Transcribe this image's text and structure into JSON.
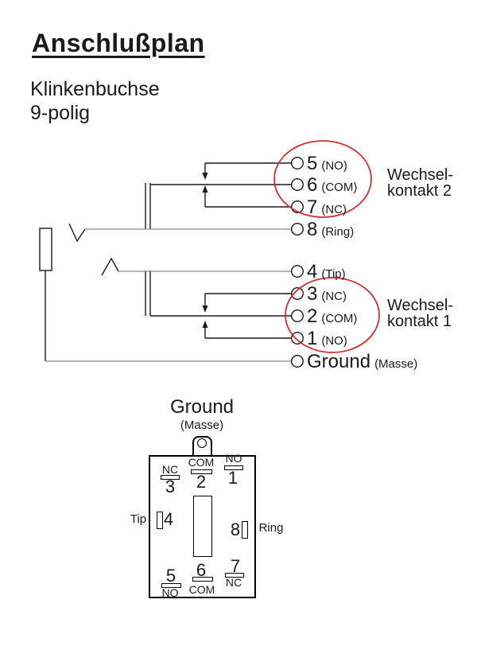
{
  "header": {
    "title": "Anschlußplan",
    "subtitle_line1": "Klinkenbuchse",
    "subtitle_line2": "9-polig"
  },
  "schematic": {
    "pins": [
      {
        "number": "5",
        "suffix": "(NO)"
      },
      {
        "number": "6",
        "suffix": "(COM)"
      },
      {
        "number": "7",
        "suffix": "(NC)"
      },
      {
        "number": "8",
        "suffix": "(Ring)"
      },
      {
        "number": "4",
        "suffix": "(Tip)"
      },
      {
        "number": "3",
        "suffix": "(NC)"
      },
      {
        "number": "2",
        "suffix": "(COM)"
      },
      {
        "number": "1",
        "suffix": "(NO)"
      },
      {
        "number": "Ground",
        "suffix": "(Masse)"
      }
    ],
    "groups": [
      {
        "line1": "Wechsel-",
        "line2": "kontakt 2"
      },
      {
        "line1": "Wechsel-",
        "line2": "kontakt 1"
      }
    ],
    "colors": {
      "highlight_red": "#cc3333",
      "wire_gray": "#8a8a8a",
      "line_black": "#1a1a1a"
    }
  },
  "bottom": {
    "title": "Ground",
    "subtitle": "(Masse)",
    "top_row": [
      {
        "label": "NC",
        "number": "3"
      },
      {
        "label": "COM",
        "number": "2"
      },
      {
        "label": "NO",
        "number": "1"
      }
    ],
    "left_side": {
      "label": "Tip",
      "number": "4"
    },
    "right_side": {
      "label": "Ring",
      "number": "8"
    },
    "bottom_row": [
      {
        "number": "5",
        "label": "NO"
      },
      {
        "number": "6",
        "label": "COM"
      },
      {
        "number": "7",
        "label": "NC"
      }
    ]
  }
}
